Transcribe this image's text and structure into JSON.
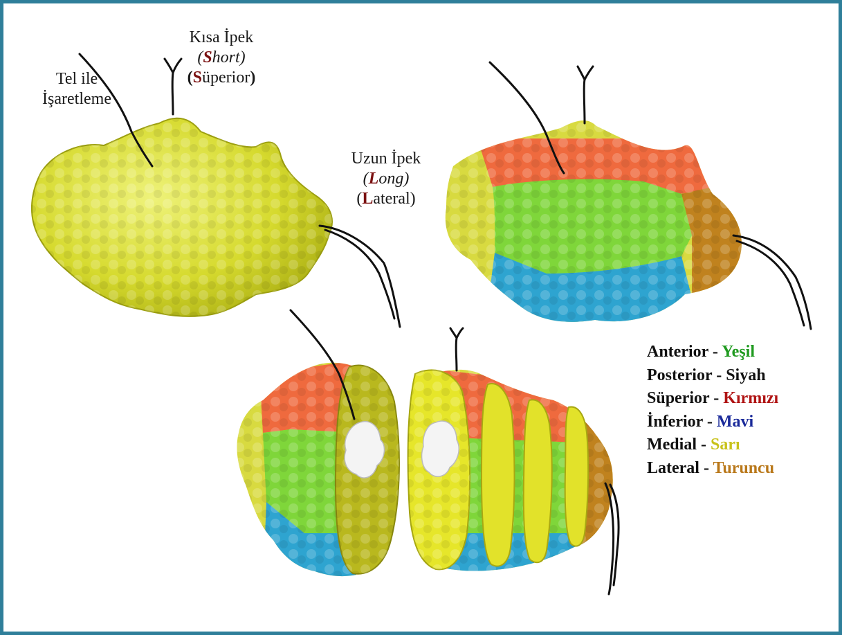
{
  "labels": {
    "tel_line1": "Tel ile",
    "tel_line2": "İşaretleme",
    "kisa_title": "Kısa İpek",
    "short_initial": "S",
    "short_rest": "hort)",
    "short_open": "(",
    "superior_open": "(",
    "superior_initial": "S",
    "superior_rest": "üperior",
    "superior_close": ")",
    "uzun_title": "Uzun İpek",
    "long_open": "(",
    "long_initial": "L",
    "long_rest": "ong)",
    "lateral_open": "(",
    "lateral_initial": "L",
    "lateral_rest": "ateral)"
  },
  "legend": [
    {
      "term": "Anterior",
      "sep": " - ",
      "color_name": "Yeşil",
      "color": "#1f9a1f"
    },
    {
      "term": "Posterior",
      "sep": " - ",
      "color_name": "Siyah",
      "color": "#111111"
    },
    {
      "term": "Süperior",
      "sep": " - ",
      "color_name": "Kırmızı",
      "color": "#b01414"
    },
    {
      "term": "İnferior",
      "sep": " - ",
      "color_name": "Mavi",
      "color": "#1a2a9a"
    },
    {
      "term": "Medial",
      "sep": " - ",
      "color_name": "Sarı",
      "color": "#c8c21a"
    },
    {
      "term": "Lateral",
      "sep": " - ",
      "color_name": "Turuncu",
      "color": "#b9781a"
    }
  ],
  "colors": {
    "frame": "#2f7f9a",
    "medial_yellow": "#d8dc3a",
    "superior_red": "#ef6a3e",
    "anterior_green": "#7fd63a",
    "inferior_blue": "#2ea4d0",
    "lateral_orange": "#c0821e",
    "slice_olive": "#b9b81e",
    "slice_yellow": "#e6e62a"
  }
}
